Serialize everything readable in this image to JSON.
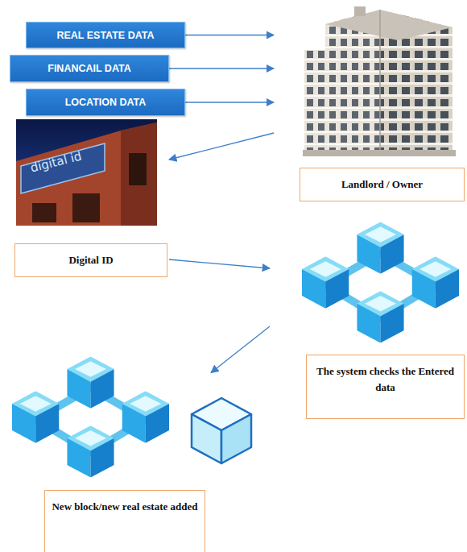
{
  "diagram": {
    "nodes": [
      {
        "text": [
          "REAL ESTATE DATA"
        ]
      },
      {
        "text": [
          "FINANCAIL DATA"
        ]
      },
      {
        "text": [
          "LOCATION DATA"
        ]
      },
      {
        "text": [
          "Landlord / Owner"
        ]
      },
      {
        "text": [
          "Digital ID"
        ]
      },
      {
        "text": [
          "The system checks the Entered data"
        ]
      },
      {
        "text": [
          "New block/new real estate added"
        ]
      }
    ],
    "edges": [
      {
        "from": 0,
        "to": 3,
        "arrow": "to"
      },
      {
        "from": 1,
        "to": 3,
        "arrow": "to"
      },
      {
        "from": 2,
        "to": 3,
        "arrow": "to"
      },
      {
        "from": 3,
        "to": 4,
        "arrow": "to"
      },
      {
        "from": 4,
        "to": 5,
        "arrow": "to"
      },
      {
        "from": 5,
        "to": 6,
        "arrow": "to"
      }
    ],
    "labels": [
      "digital id"
    ]
  }
}
